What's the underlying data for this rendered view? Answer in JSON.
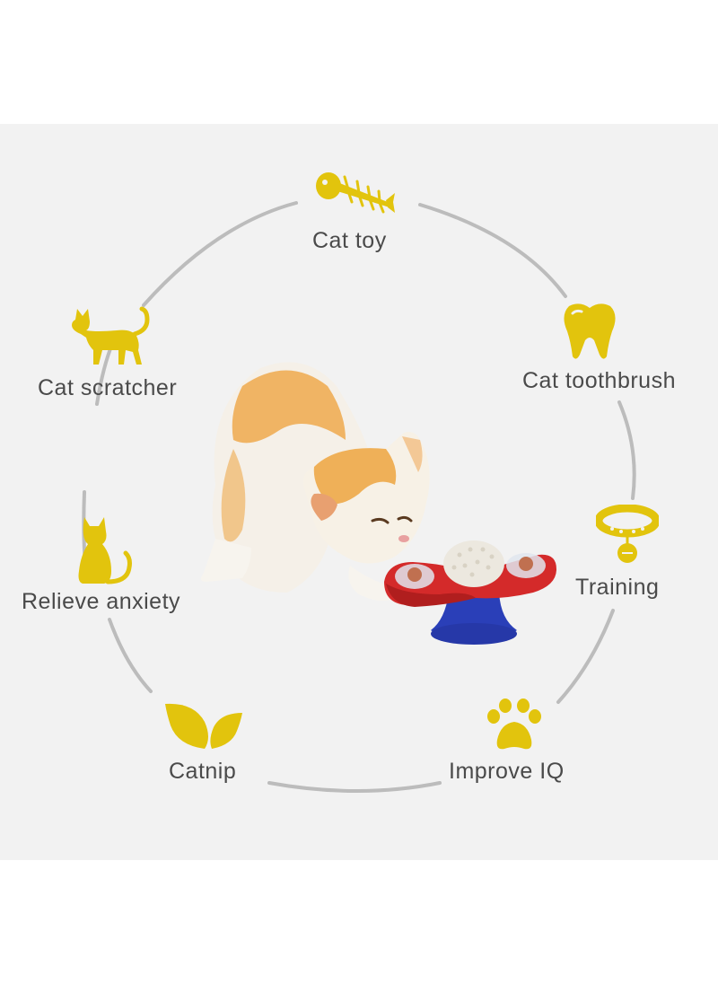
{
  "colors": {
    "background": "#f2f2f2",
    "icon_yellow": "#e2c40d",
    "ring_gray": "#bcbcbc",
    "label_text": "#4a4a4a"
  },
  "features": [
    {
      "label": "Cat toy",
      "icon": "fish-bone-icon"
    },
    {
      "label": "Cat toothbrush",
      "icon": "tooth-icon"
    },
    {
      "label": "Training",
      "icon": "collar-icon"
    },
    {
      "label": "Improve IQ",
      "icon": "paw-print-icon"
    },
    {
      "label": "Catnip",
      "icon": "leaf-icon"
    },
    {
      "label": "Relieve anxiety",
      "icon": "sitting-cat-icon"
    },
    {
      "label": "Cat scratcher",
      "icon": "walking-cat-icon"
    }
  ]
}
